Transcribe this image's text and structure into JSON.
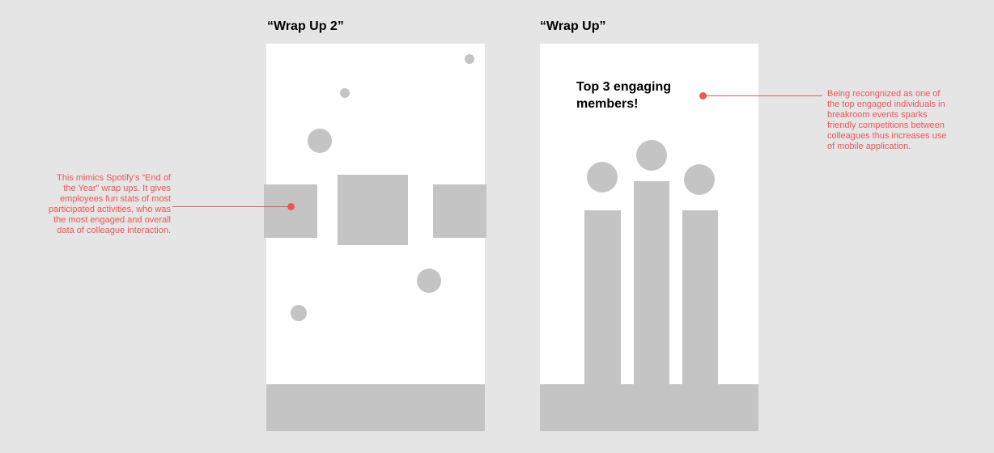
{
  "frames": {
    "wrap_up_2": {
      "title": "“Wrap Up 2”"
    },
    "wrap_up": {
      "title": "“Wrap Up”",
      "heading_line1": "Top 3 engaging",
      "heading_line2": "members!"
    }
  },
  "annotations": {
    "left": {
      "lines": [
        "This mimics Spotify’s “End of",
        "the Year” wrap ups. It gives",
        "employees fun stats of most",
        "participated activities, who was",
        "the most engaged and overall",
        "data of colleague interaction."
      ]
    },
    "right": {
      "lines": [
        "Being recongnized as one of",
        "the top engaged individuals in",
        "breakroom events sparks",
        "friendly competitions between",
        "colleagues thus increases use",
        "of mobile application."
      ]
    }
  },
  "colors": {
    "background": "#e5e5e5",
    "placeholder": "#c4c4c4",
    "annotation": "#eb5757",
    "frame": "#ffffff"
  }
}
